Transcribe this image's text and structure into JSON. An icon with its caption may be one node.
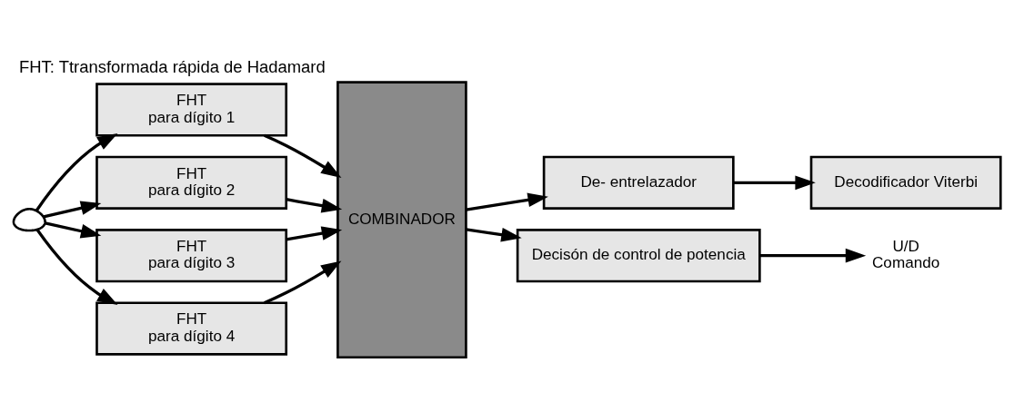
{
  "diagram": {
    "title": "FHT: Ttransformada rápida de Hadamard",
    "nodes": [
      {
        "text": [],
        "shape": "picture"
      },
      {
        "text": [
          "FHT",
          "para dígito 1"
        ]
      },
      {
        "text": [
          "FHT",
          "para dígito 2"
        ]
      },
      {
        "text": [
          "FHT",
          "para dígito 3"
        ]
      },
      {
        "text": [
          "FHT",
          "para dígito 4"
        ]
      },
      {
        "text": [
          "COMBINADOR"
        ]
      },
      {
        "text": [
          "De- entrelazador"
        ]
      },
      {
        "text": [
          "Decodificador Viterbi"
        ]
      },
      {
        "text": [
          "Decisón de control de potencia"
        ]
      },
      {
        "text": [
          "U/D",
          "Comando"
        ]
      }
    ],
    "edges": [
      {
        "from": 0,
        "to": 1,
        "arrow": "to"
      },
      {
        "from": 0,
        "to": 2,
        "arrow": "to"
      },
      {
        "from": 0,
        "to": 3,
        "arrow": "to"
      },
      {
        "from": 0,
        "to": 4,
        "arrow": "to"
      },
      {
        "from": 1,
        "to": 5,
        "arrow": "to"
      },
      {
        "from": 2,
        "to": 5,
        "arrow": "to"
      },
      {
        "from": 3,
        "to": 5,
        "arrow": "to"
      },
      {
        "from": 4,
        "to": 5,
        "arrow": "to"
      },
      {
        "from": 5,
        "to": 6,
        "arrow": "to"
      },
      {
        "from": 6,
        "to": 7,
        "arrow": "to"
      },
      {
        "from": 5,
        "to": 8,
        "arrow": "to"
      },
      {
        "from": 8,
        "to": 9,
        "arrow": "to"
      }
    ]
  }
}
